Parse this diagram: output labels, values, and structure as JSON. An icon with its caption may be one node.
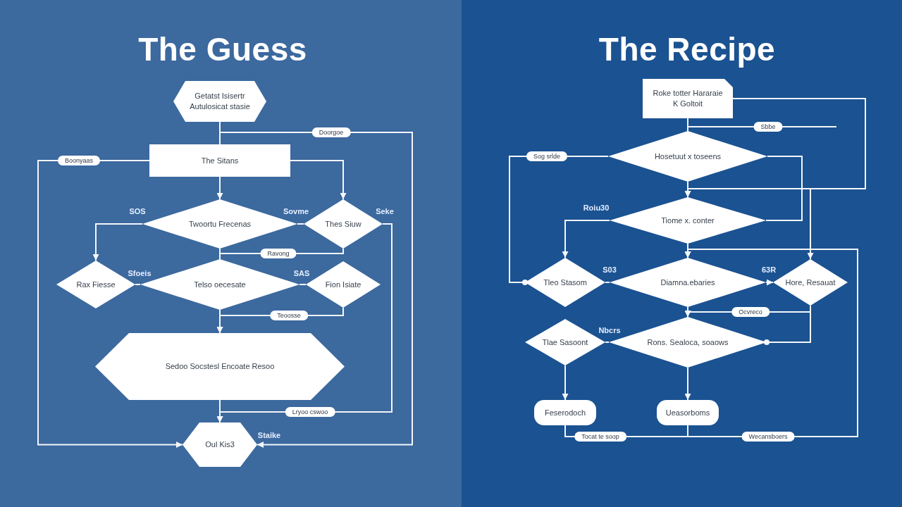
{
  "diagram": {
    "nodes": [
      {
        "text": [
          "The Guess"
        ]
      },
      {
        "text": [
          "Getatst Isisertr Autulosicat stasie"
        ],
        "in": 0
      },
      {
        "text": [
          "The Sitans"
        ],
        "in": 0
      },
      {
        "text": [
          "Twoortu Frecenas"
        ],
        "in": 0
      },
      {
        "text": [
          "Thes Siuw"
        ],
        "in": 0
      },
      {
        "text": [
          "Rax Fiesse"
        ],
        "in": 0
      },
      {
        "text": [
          "Telso oecesate"
        ],
        "in": 0
      },
      {
        "text": [
          "Fion Isiate"
        ],
        "in": 0
      },
      {
        "text": [
          "Sedoo Socstesl Encoate Resoo"
        ],
        "in": 0
      },
      {
        "text": [
          "Oul Kis3"
        ],
        "in": 0
      },
      {
        "text": [
          "The Recipe"
        ]
      },
      {
        "text": [
          "Roke totter Hararaie K Goltoit"
        ],
        "in": 10
      },
      {
        "text": [
          "Hosetuut x toseens"
        ],
        "in": 10
      },
      {
        "text": [
          "Tiome x. conter"
        ],
        "in": 10
      },
      {
        "text": [
          "Tleo Stasom"
        ],
        "in": 10
      },
      {
        "text": [
          "Diamna.ebaries"
        ],
        "in": 10
      },
      {
        "text": [
          "Hore, Resauat"
        ],
        "in": 10
      },
      {
        "text": [
          "Tlae Sasoont"
        ],
        "in": 10
      },
      {
        "text": [
          "Rons. Sealoca, soaows"
        ],
        "in": 10
      },
      {
        "text": [
          "Feserodoch"
        ],
        "in": 10
      },
      {
        "text": [
          "Ueasorboms"
        ],
        "in": 10
      }
    ],
    "edges": [
      {
        "from": 1,
        "to": 2,
        "arrow": "none"
      },
      {
        "from": 1,
        "to": 9,
        "arrow": "to",
        "label": "Doorgoe"
      },
      {
        "from": 2,
        "to": 3,
        "arrow": "to"
      },
      {
        "from": 2,
        "to": 4,
        "arrow": "to"
      },
      {
        "from": 2,
        "to": 9,
        "arrow": "to",
        "label": "Boonyaas"
      },
      {
        "from": 3,
        "to": 5,
        "arrow": "to"
      },
      {
        "from": 3,
        "to": 4,
        "arrow": "none"
      },
      {
        "from": 3,
        "to": 6,
        "arrow": "none"
      },
      {
        "from": 4,
        "to": 6,
        "arrow": "none",
        "label": "Ravong"
      },
      {
        "from": 4,
        "to": 9,
        "arrow": "to",
        "label": "Lryoo cswoo"
      },
      {
        "from": 5,
        "to": 6,
        "arrow": "none"
      },
      {
        "from": 6,
        "to": 7,
        "arrow": "none"
      },
      {
        "from": 6,
        "to": 8,
        "arrow": "to"
      },
      {
        "from": 7,
        "to": 8,
        "arrow": "to",
        "label": "Teoosse"
      },
      {
        "from": 8,
        "to": 9,
        "arrow": "to"
      },
      {
        "from": 11,
        "to": 12,
        "arrow": "none"
      },
      {
        "from": 11,
        "to": null,
        "arrow": "none",
        "label": "Sbbe"
      },
      {
        "from": 11,
        "to": 13,
        "arrow": "to"
      },
      {
        "from": 11,
        "to": 16,
        "arrow": "to"
      },
      {
        "from": 12,
        "to": 13,
        "arrow": "to"
      },
      {
        "from": 12,
        "to": 13,
        "arrow": "none"
      },
      {
        "from": 12,
        "to": 14,
        "arrow": "other",
        "label": "Sog srlde"
      },
      {
        "from": 13,
        "to": 14,
        "arrow": "to"
      },
      {
        "from": 13,
        "to": 15,
        "arrow": "to"
      },
      {
        "from": 14,
        "to": 15,
        "arrow": "none"
      },
      {
        "from": 15,
        "to": 16,
        "arrow": "to"
      },
      {
        "from": 15,
        "to": 18,
        "arrow": "to"
      },
      {
        "from": 16,
        "to": 18,
        "arrow": "to",
        "label": "Ocvreco"
      },
      {
        "from": 16,
        "to": 18,
        "arrow": "other"
      },
      {
        "from": 17,
        "to": 18,
        "arrow": "none"
      },
      {
        "from": 17,
        "to": 19,
        "arrow": "to"
      },
      {
        "from": 18,
        "to": 20,
        "arrow": "to"
      },
      {
        "from": 19,
        "to": 15,
        "arrow": "to",
        "label": "Tocat te soop"
      },
      {
        "from": 20,
        "to": 15,
        "arrow": "to",
        "label": "Wecansboers"
      }
    ],
    "labels": [
      "SOS",
      "Sovme",
      "Seke",
      "Sfoeis",
      "SAS",
      "Staike",
      "Roiu30",
      "S03",
      "63R",
      "Nbcrs"
    ]
  }
}
